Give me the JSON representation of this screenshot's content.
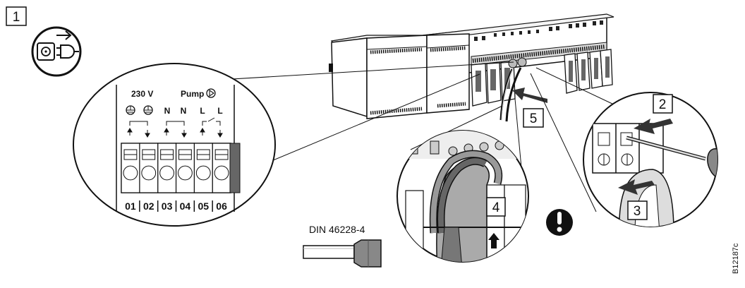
{
  "steps": {
    "s1": "1",
    "s2": "2",
    "s3": "3",
    "s4": "4",
    "s5": "5"
  },
  "detail": {
    "voltage": "230 V",
    "pump": "Pump",
    "conductors": [
      "N",
      "N",
      "L",
      "L"
    ],
    "terminals": [
      "01",
      "02",
      "03",
      "04",
      "05",
      "06"
    ]
  },
  "ferrule_standard": "DIN 46228-4",
  "doc_code": "B12187c",
  "icons": [
    "power-disconnect-icon",
    "pump-symbol-icon",
    "ground-symbol-icon",
    "warning-exclamation-icon",
    "arrow-icon"
  ]
}
